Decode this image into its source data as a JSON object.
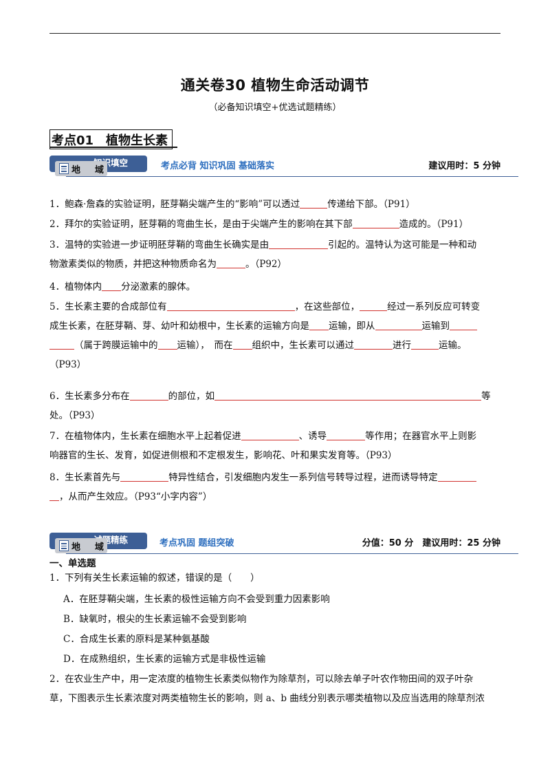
{
  "doc": {
    "title": "通关卷30  植物生命活动调节",
    "subtitle": "（必备知识填空+优选试题精练）",
    "topic": "考点01　植物生长素"
  },
  "banner1": {
    "tab": "知识填空",
    "label": "地　域",
    "subtitle": "考点必背  知识巩固  基础落实",
    "right": "建议用时：5 分钟"
  },
  "fill": {
    "q1": {
      "a": "1．鲍森·詹森的实验证明，胚芽鞘尖端产生的“影响”可以透过",
      "b": "传递给下部。（P91）"
    },
    "q2": {
      "a": "2．拜尔的实验证明，胚芽鞘的弯曲生长，是由于尖端产生的影响在其下部",
      "b": "造成的。（P91）"
    },
    "q3": {
      "a": "3．温特的实验进一步证明胚芽鞘的弯曲生长确实是由",
      "b": "引起的。温特认为这可能是一种和动",
      "c": "物激素类似的物质，并把这种物质命名为",
      "d": "。（P92）"
    },
    "q4": {
      "a": "4．植物体内",
      "b": "分泌激素的腺体。"
    },
    "q5": {
      "a": "5．生长素主要的合成部位有",
      "b": "，在这些部位，",
      "c": "经过一系列反应可转变",
      "d": "成生长素，在胚芽鞘、芽、幼叶和幼根中，生长素的运输方向是",
      "e": "运输，即从",
      "f": "运输到",
      "g": "（属于跨膜运输中的",
      "h": "运输），　而在",
      "i": "组织中，生长素可以通过",
      "j": "进行",
      "k": "运输。",
      "l": "（P93）"
    },
    "q6": {
      "a": "6．生长素多分布在",
      "b": "的部位，如",
      "c": "等",
      "d": "处。（P93）"
    },
    "q7": {
      "a": "7．在植物体内，生长素在细胞水平上起着促进",
      "b": "、诱导",
      "c": "等作用；在器官水平上则影",
      "d": "响器官的生长、发育，如促进侧根和不定根发生，影响花、叶和果实发育等。（P93）"
    },
    "q8": {
      "a": "8．生长素首先与",
      "b": "特异性结合，引发细胞内发生一系列信号转导过程，进而诱导特定",
      "c": "，从而产生效应。（P93“小字内容”）"
    }
  },
  "banner2": {
    "tab": "试题精练",
    "label": "地　域",
    "subtitle": "考点巩固  题组突破",
    "right": "分值：50 分　建议用时：25 分钟"
  },
  "mcq": {
    "section": "一、单选题",
    "q1": "1．下列有关生长素运输的叙述，错误的是（　　）",
    "q1_options": [
      "A．在胚芽鞘尖端，生长素的极性运输方向不会受到重力因素影响",
      "B．缺氧时，根尖的生长素运输不会受到影响",
      "C．合成生长素的原料是某种氨基酸",
      "D．在成熟组织，生长素的运输方式是非极性运输"
    ],
    "q2_line1": "2．在农业生产中，用一定浓度的植物生长素类似物作为除草剂，可以除去单子叶农作物田间的双子叶杂",
    "q2_line2": "草，下图表示生长素浓度对两类植物生长的影响，则 a、b 曲线分别表示哪类植物以及应当选用的除草剂浓"
  }
}
